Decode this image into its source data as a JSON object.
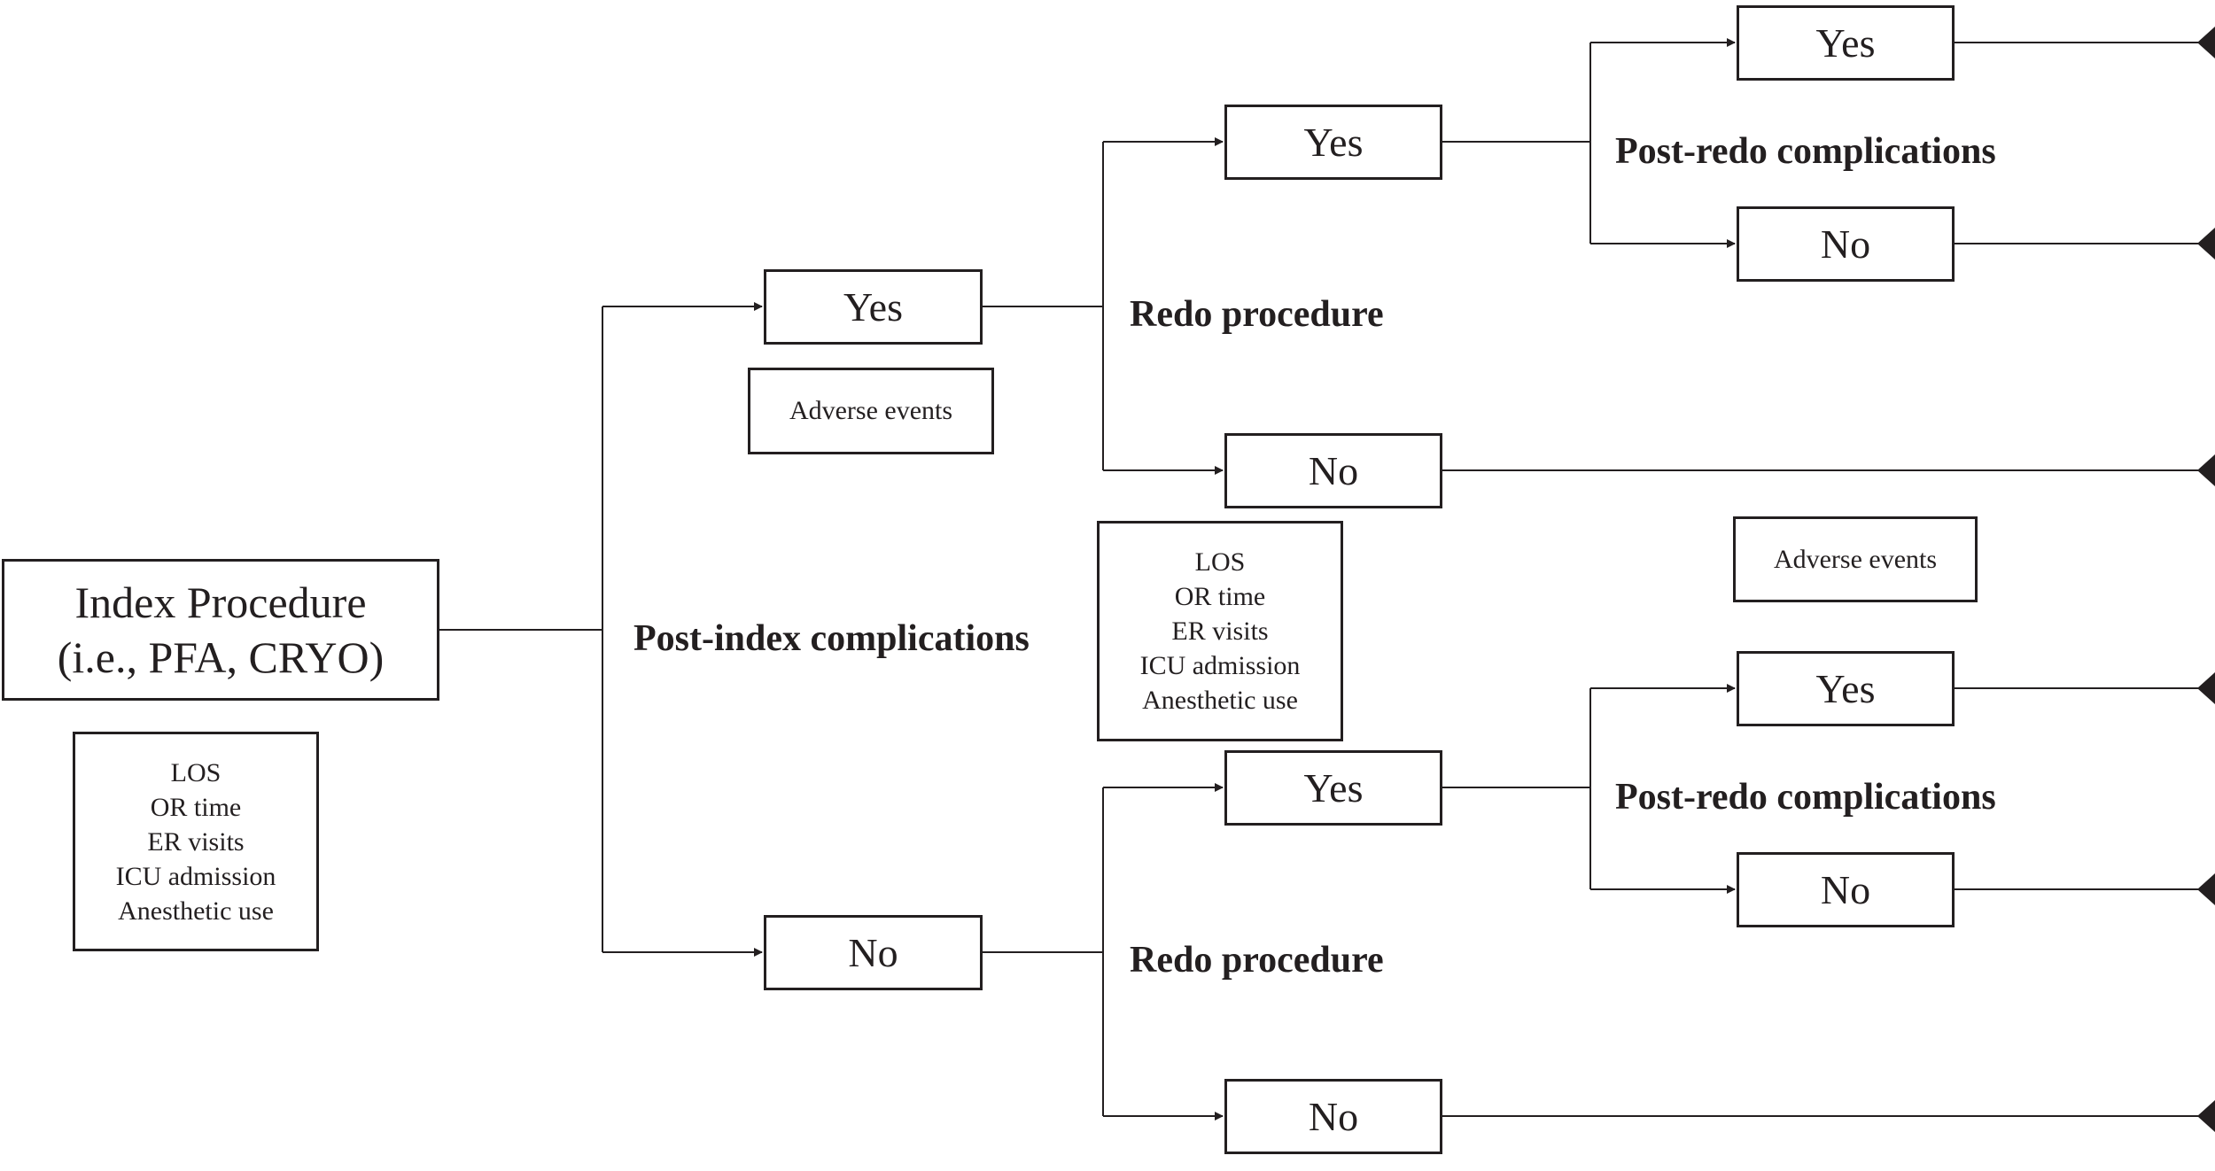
{
  "index_procedure": {
    "line1": "Index Procedure",
    "line2": "(i.e., PFA, CRYO)"
  },
  "index_metrics": [
    "LOS",
    "OR time",
    "ER visits",
    "ICU admission",
    "Anesthetic use"
  ],
  "post_index_label": "Post-index complications",
  "post_index_yes": "Yes",
  "post_index_no": "No",
  "adverse_events_upper": "Adverse events",
  "middle_metrics": [
    "LOS",
    "OR time",
    "ER visits",
    "ICU admission",
    "Anesthetic use"
  ],
  "redo_upper": {
    "label": "Redo procedure",
    "yes": "Yes",
    "no": "No"
  },
  "redo_lower": {
    "label": "Redo procedure",
    "yes": "Yes",
    "no": "No"
  },
  "post_redo_upper": {
    "label": "Post-redo complications",
    "yes": "Yes",
    "no": "No"
  },
  "post_redo_lower": {
    "label": "Post-redo complications",
    "yes": "Yes",
    "no": "No"
  },
  "adverse_events_right": "Adverse events",
  "line_color": "#231f20"
}
